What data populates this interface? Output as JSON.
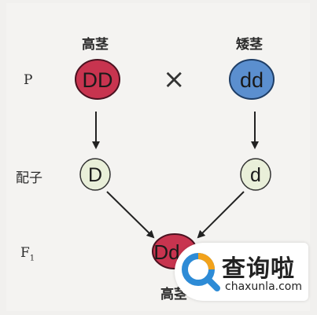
{
  "rows": {
    "p_label": "P",
    "gamete_label": "配子",
    "f1_label_main": "F",
    "f1_label_sub": "1"
  },
  "parents": {
    "left_trait": "高茎",
    "right_trait": "矮茎",
    "left_genotype": "DD",
    "right_genotype": "dd",
    "cross_symbol": "×"
  },
  "gametes": {
    "left": "D",
    "right": "d"
  },
  "offspring": {
    "genotype": "Dd",
    "trait": "高茎"
  },
  "colors": {
    "dominant_parent": "#c8344f",
    "recessive_parent": "#5b8fcf",
    "gamete_fill": "#e9efd9",
    "arrow": "#222222",
    "watermark_accent": "#2d8bd6",
    "watermark_accent2": "#f2a21b"
  },
  "watermark": {
    "title": "查询啦",
    "url": "chaxunla.com"
  }
}
